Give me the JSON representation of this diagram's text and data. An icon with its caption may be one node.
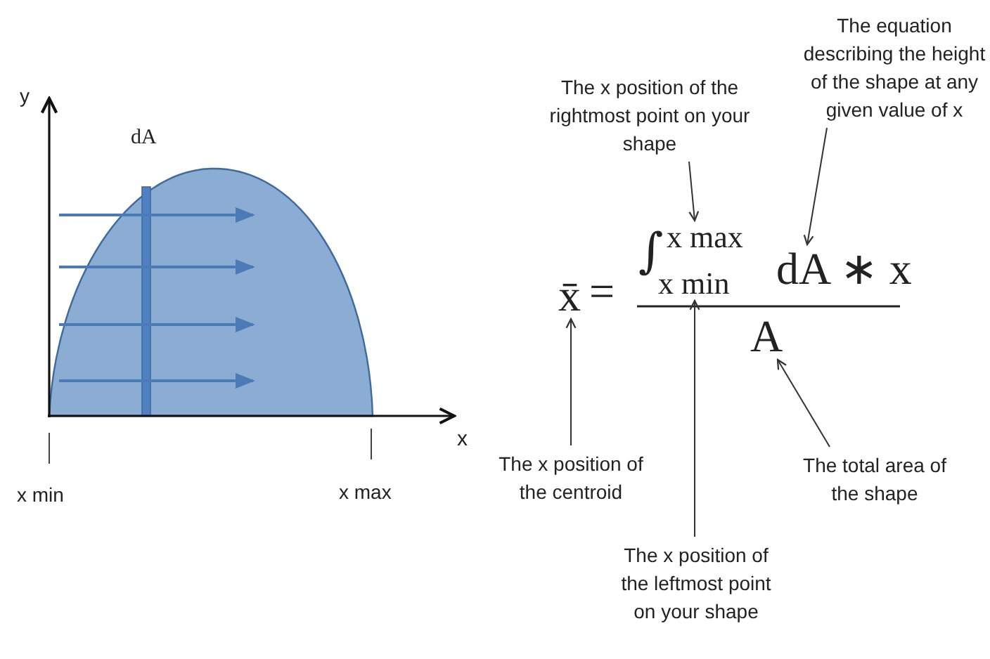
{
  "diagram": {
    "nodes": [
      {
        "text": [
          "The x position of the rightmost point on your shape"
        ]
      },
      {
        "text": [
          "The equation describing the height of the shape at any given value of x"
        ]
      },
      {
        "text": [
          "x̄"
        ]
      },
      {
        "text": [
          "x max"
        ]
      },
      {
        "text": [
          "x min"
        ]
      },
      {
        "text": [
          "dA ∗ x"
        ]
      },
      {
        "text": [
          "A"
        ]
      },
      {
        "text": [
          "The x position of the centroid"
        ]
      },
      {
        "text": [
          "The x position of the leftmost point on your shape"
        ]
      },
      {
        "text": [
          "The total area of the shape"
        ]
      }
    ],
    "edges": [
      {
        "from": 0,
        "to": 3,
        "arrow": "to"
      },
      {
        "from": 1,
        "to": 5,
        "arrow": "to"
      },
      {
        "from": 7,
        "to": 2,
        "arrow": "to"
      },
      {
        "from": 8,
        "to": 4,
        "arrow": "to"
      },
      {
        "from": 9,
        "to": 6,
        "arrow": "to"
      }
    ],
    "labels": [
      "y",
      "dA",
      "x",
      "x min",
      "x max",
      "=",
      "∫"
    ]
  }
}
